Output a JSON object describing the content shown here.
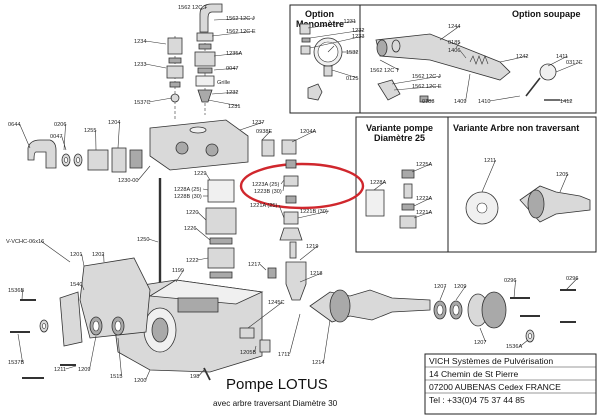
{
  "title": {
    "main": "Pompe LOTUS",
    "sub": "avec arbre traversant  Diamètre 30"
  },
  "company": {
    "line1": "VICH Systèmes de Pulvérisation",
    "line2": "14 Chemin de St Pierre",
    "line3": "07200 AUBENAS Cedex FRANCE",
    "line4": "Tel : +33(0)4 75 37 44 85"
  },
  "boxes": {
    "manometre": "Option\nManomètre",
    "soupape": "Option soupape",
    "variante_pompe": "Variante pompe\nDiamètre 25",
    "variante_arbre": "Variante Arbre non traversant"
  },
  "grille_label": "Grille",
  "highlight_color": "#d0272d",
  "labels": [
    "1562 12C T",
    "1562 12C J",
    "1562 12C E",
    "1234",
    "1235A",
    "1233",
    "0047",
    "1232",
    "1537C",
    "1231",
    "1237",
    "0644",
    "0206",
    "0047",
    "1255",
    "1204",
    "0938E",
    "1204A",
    "1230-00",
    "1229",
    "1228A (25)",
    "1228B (30)",
    "1220",
    "1226",
    "1222",
    "1223A (25)",
    "1223B (30)",
    "1221A (25)",
    "1221B (30)",
    "1250",
    "V-VCHC-06x16",
    "1201",
    "1202",
    "1540",
    "1199",
    "1217",
    "1219",
    "1218",
    "1536B",
    "1245C",
    "1205B",
    "1711",
    "1214",
    "1207",
    "1209",
    "0296",
    "1537B",
    "1211",
    "1209",
    "1515",
    "1200",
    "198",
    "1207",
    "1536A",
    "0296",
    "1231",
    "1232",
    "1233",
    "1532",
    "0125",
    "1562 12C T",
    "1244",
    "0185",
    "1406",
    "1242",
    "1411",
    "0317C",
    "1562 12C J",
    "1562 12C E",
    "0788",
    "1409",
    "1410",
    "1412",
    "1228A",
    "1225A",
    "1222A",
    "1221A",
    "1211",
    "1205"
  ]
}
